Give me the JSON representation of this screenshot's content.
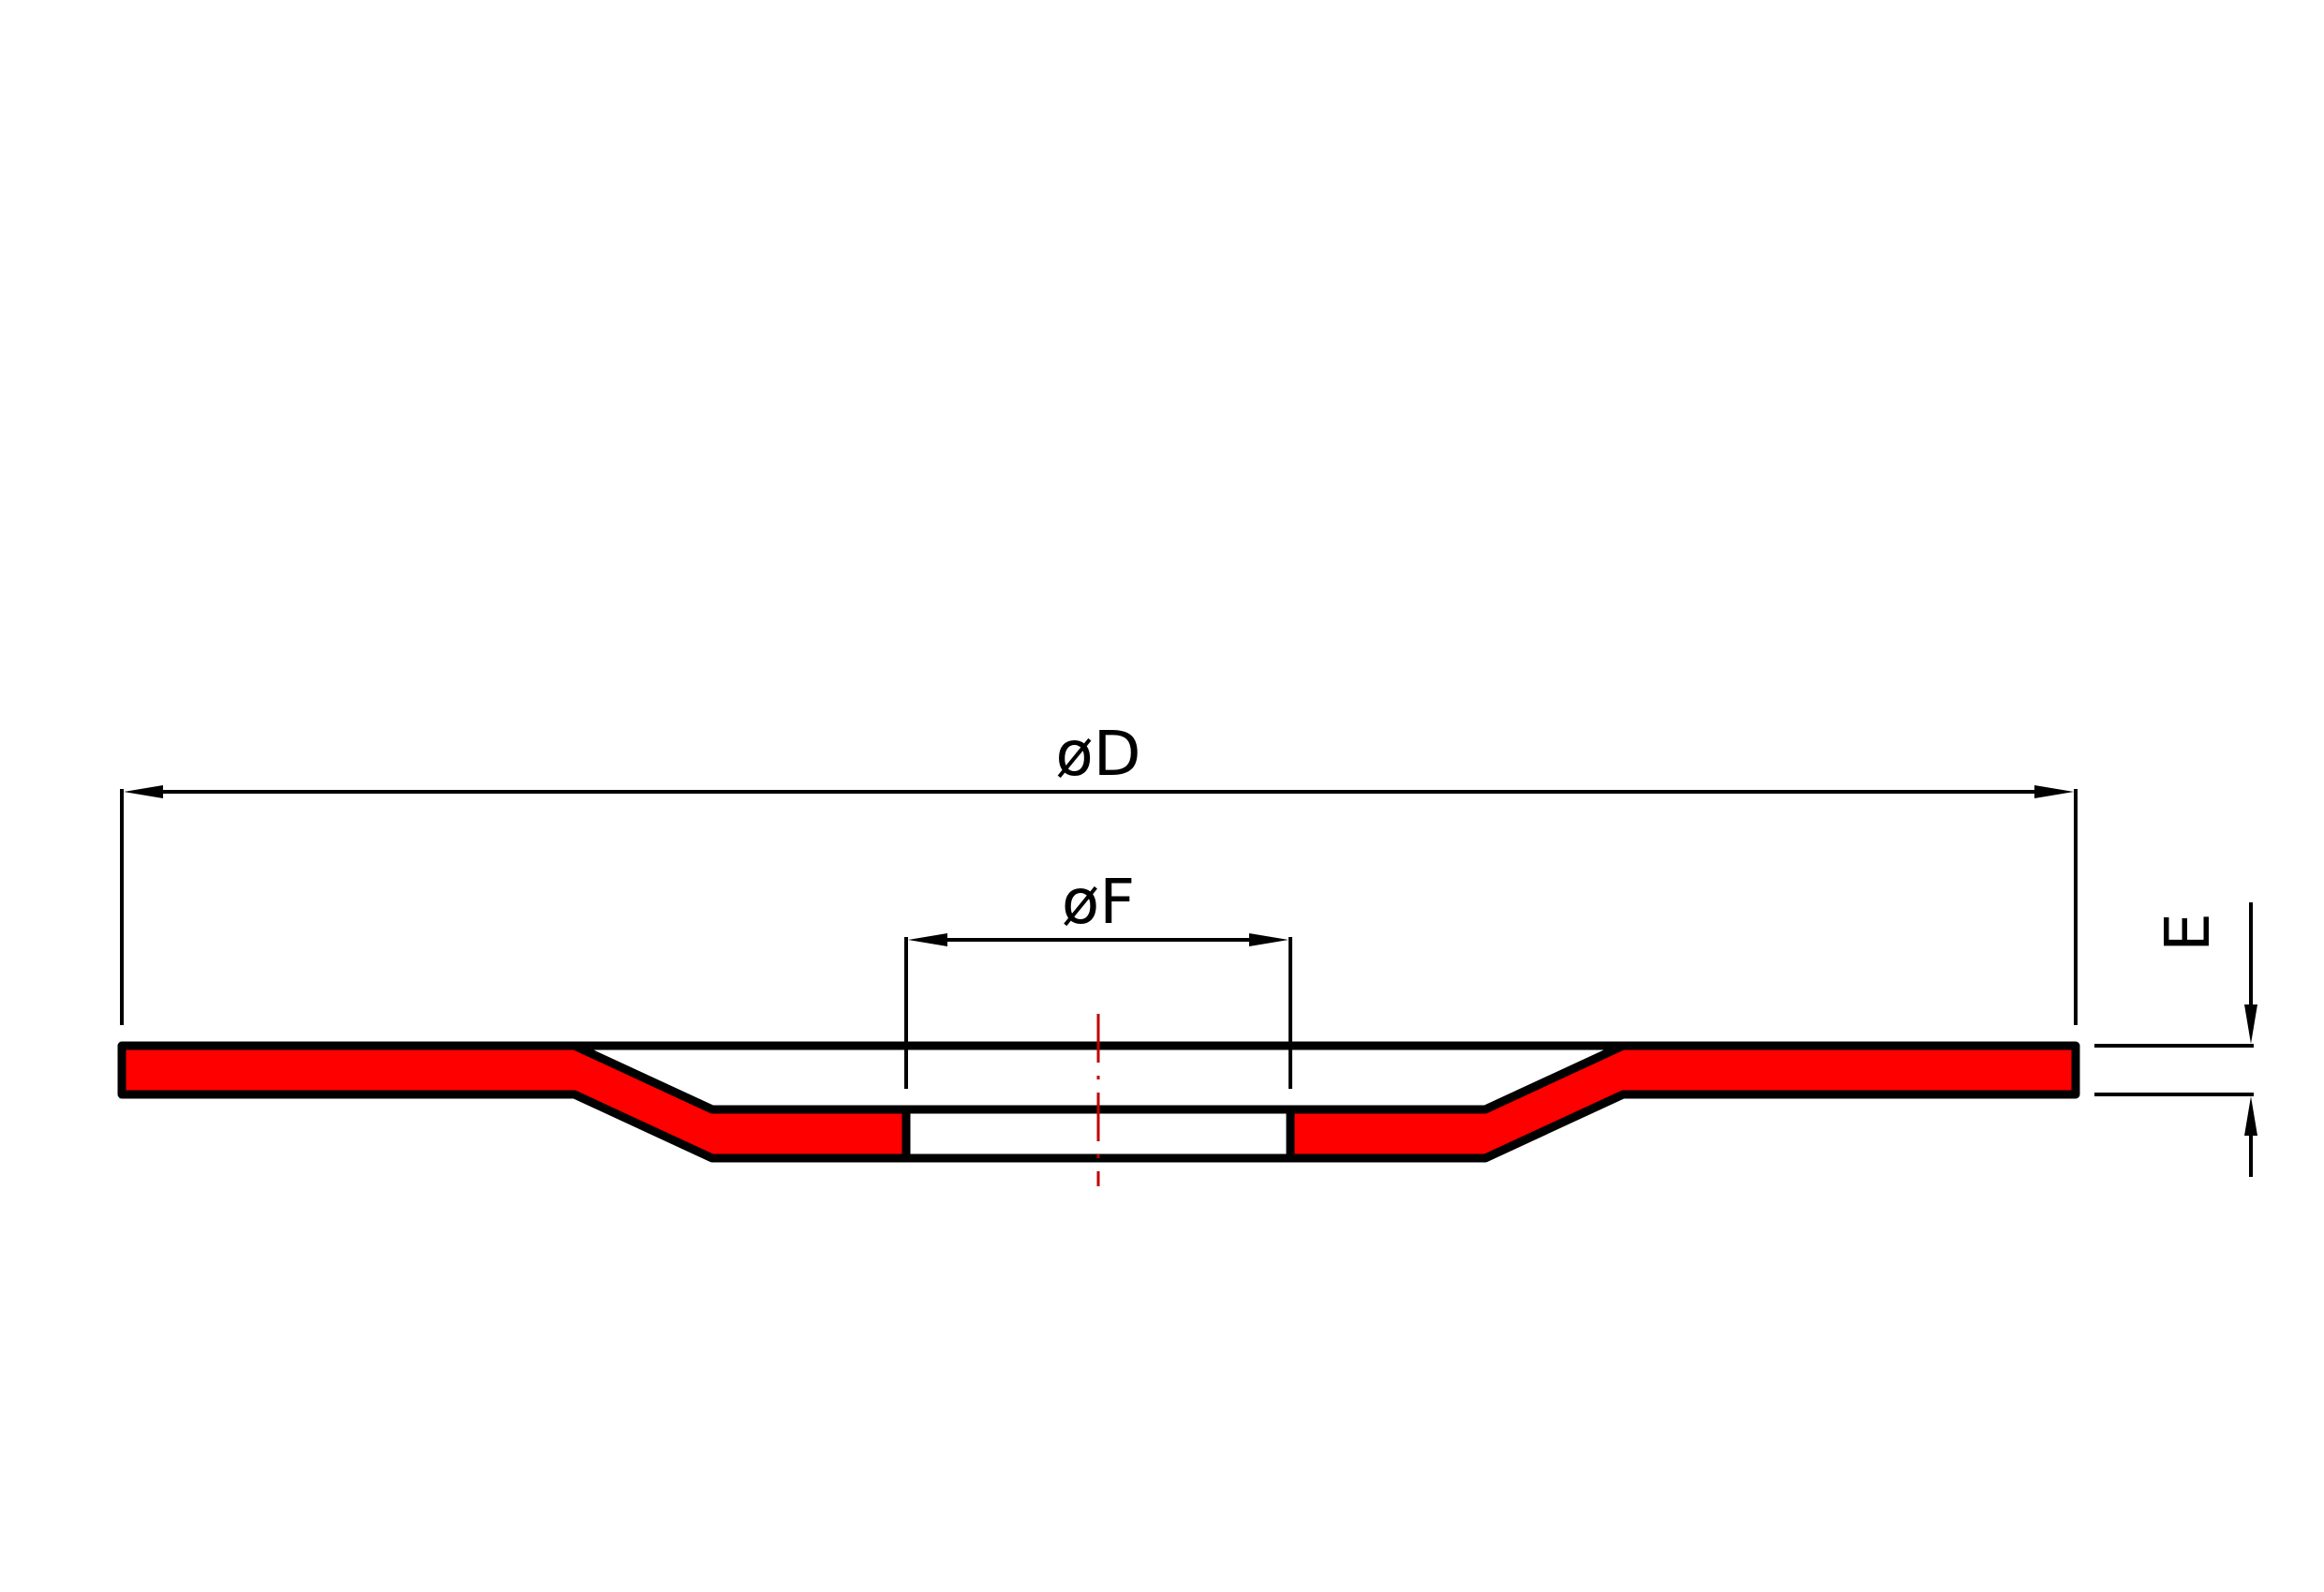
{
  "dimensions": {
    "outer_diameter_label": "D",
    "bore_diameter_label": "F",
    "thickness_label": "E",
    "diameter_symbol": "ø"
  },
  "colors": {
    "section_fill": "#ff0000",
    "outline": "#000000",
    "centerline": "#c00000",
    "background": "#ffffff"
  }
}
